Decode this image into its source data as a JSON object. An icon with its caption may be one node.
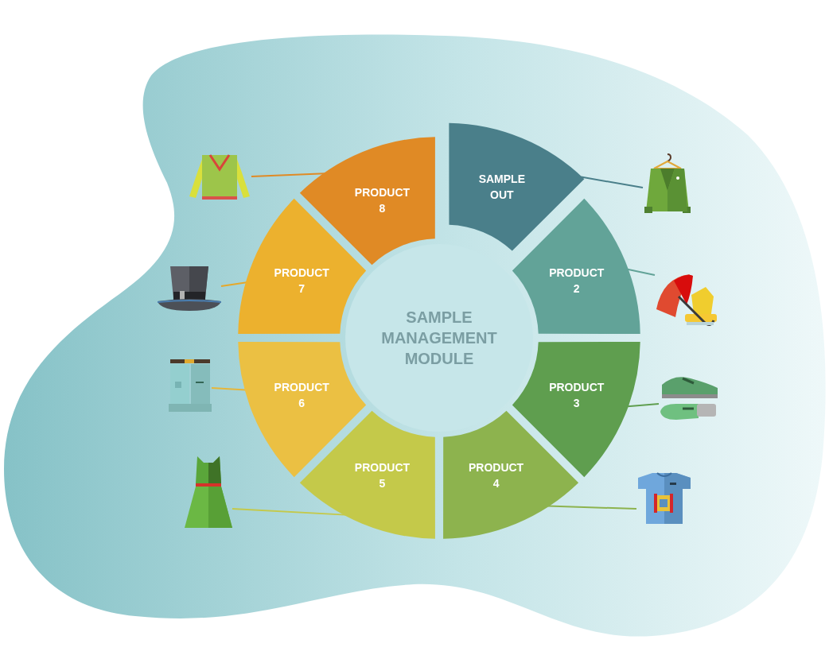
{
  "diagram": {
    "nodes": [
      {
        "text": [
          "SAMPLE MANAGEMENT MODULE"
        ]
      },
      {
        "text": [
          "SAMPLE OUT"
        ]
      },
      {
        "text": [
          "PRODUCT 2"
        ]
      },
      {
        "text": [
          "PRODUCT 3"
        ]
      },
      {
        "text": [
          "PRODUCT 4"
        ]
      },
      {
        "text": [
          "PRODUCT 5"
        ]
      },
      {
        "text": [
          "PRODUCT 6"
        ]
      },
      {
        "text": [
          "PRODUCT 7"
        ]
      },
      {
        "text": [
          "PRODUCT 8"
        ]
      },
      {
        "text": [],
        "shape": "picture"
      },
      {
        "text": [],
        "shape": "picture"
      },
      {
        "text": [],
        "shape": "picture"
      },
      {
        "text": [],
        "shape": "picture"
      },
      {
        "text": [],
        "shape": "picture"
      },
      {
        "text": [],
        "shape": "picture"
      },
      {
        "text": [],
        "shape": "picture"
      },
      {
        "text": [],
        "shape": "picture"
      }
    ],
    "edges": [
      {
        "from": 1,
        "to": 9,
        "arrow": "none",
        "color": "#4a7f8a"
      },
      {
        "from": 2,
        "to": 10,
        "arrow": "none",
        "color": "#62a398"
      },
      {
        "from": 3,
        "to": 11,
        "arrow": "none",
        "color": "#5f9e4f"
      },
      {
        "from": 4,
        "to": 12,
        "arrow": "none",
        "color": "#8db34e"
      },
      {
        "from": 5,
        "to": 13,
        "arrow": "none",
        "color": "#c4c94a"
      },
      {
        "from": 6,
        "to": 14,
        "arrow": "none",
        "color": "#e6b63a"
      },
      {
        "from": 7,
        "to": 15,
        "arrow": "none",
        "color": "#e6a82a"
      },
      {
        "from": 8,
        "to": 16,
        "arrow": "none",
        "color": "#e08a25"
      }
    ]
  }
}
